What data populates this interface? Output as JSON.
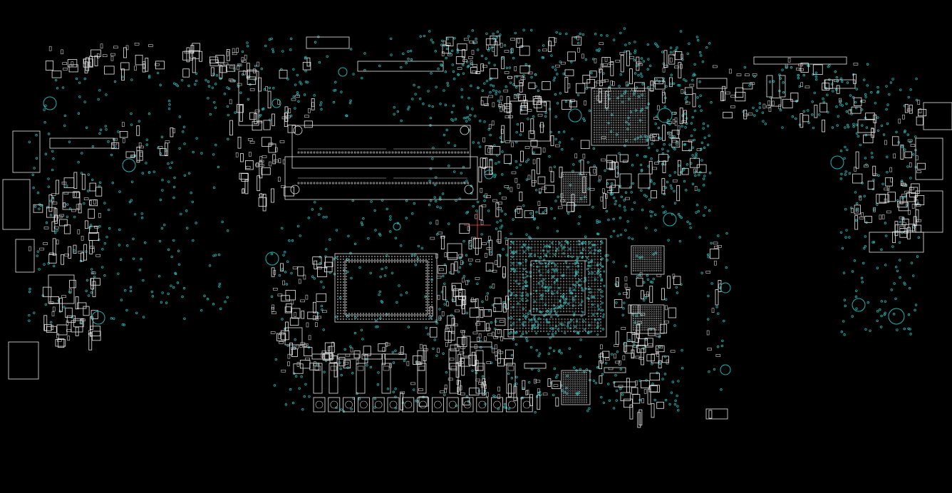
{
  "app": {
    "view": "pcb-board-layout",
    "background_color": "#000000",
    "outline_color": "#e8e8e8",
    "via_color": "#1fb5b5",
    "cursor_color": "#ff4d4d"
  },
  "board": {
    "components": [
      {
        "name": "memory-slot"
      },
      {
        "name": "top-connector"
      },
      {
        "name": "cpu-bga"
      },
      {
        "name": "gpu-bga"
      },
      {
        "name": "pch-bga"
      },
      {
        "name": "vram-chip-1"
      },
      {
        "name": "vram-chip-2"
      },
      {
        "name": "vram-chip-3"
      },
      {
        "name": "vram-chip-4"
      },
      {
        "name": "left-ports"
      },
      {
        "name": "right-ports"
      },
      {
        "name": "bottom-mosfets"
      }
    ]
  }
}
